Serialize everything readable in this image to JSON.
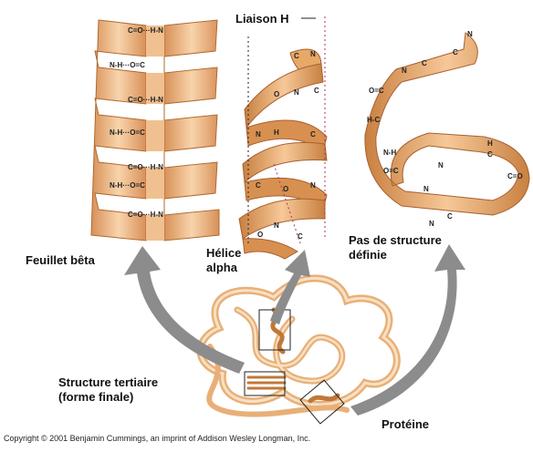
{
  "labels": {
    "hbond": "Liaison H",
    "beta_sheet": "Feuillet bêta",
    "alpha_helix_1": "Hélice",
    "alpha_helix_2": "alpha",
    "no_structure_1": "Pas de structure",
    "no_structure_2": "définie",
    "tertiary_1": "Structure tertiaire",
    "tertiary_2": "(forme finale)",
    "protein": "Protéine"
  },
  "sheet_atoms": {
    "row_labels": [
      "C=O···H-N",
      "N-H···O=C",
      "C=O···H-N",
      "N-H···O=C",
      "C=O···H-N",
      "N-H···O=C",
      "C=O···H-N"
    ]
  },
  "copyright": "Copyright © 2001 Benjamin Cummings, an imprint of Addison Wesley Longman, Inc.",
  "colors": {
    "ribbon": "#e8b078",
    "ribbon_dark": "#c07838",
    "ribbon_light": "#f8d8b0",
    "arrow": "#8c8c8c",
    "hbond_line": "#b03060"
  }
}
